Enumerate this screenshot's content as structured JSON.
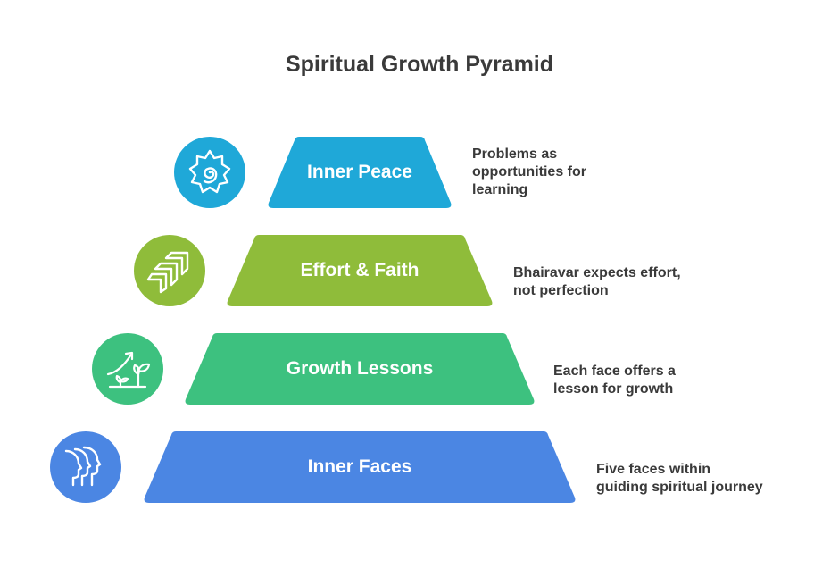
{
  "title": "Spiritual Growth Pyramid",
  "layers": [
    {
      "label": "Inner Peace",
      "color": "#1fa8d8",
      "icon": "spiral-sun-icon",
      "description": [
        "Problems as",
        "opportunities for",
        "learning"
      ]
    },
    {
      "label": "Effort & Faith",
      "color": "#8fbc3a",
      "icon": "chevron-steps-icon",
      "description": [
        "Bhairavar expects effort,",
        "not perfection"
      ]
    },
    {
      "label": "Growth Lessons",
      "color": "#3dc17f",
      "icon": "sprouting-growth-icon",
      "description": [
        "Each face offers a",
        "lesson for growth"
      ]
    },
    {
      "label": "Inner Faces",
      "color": "#4b86e3",
      "icon": "face-profiles-icon",
      "description": [
        "Five faces within",
        "guiding spiritual journey"
      ]
    }
  ]
}
